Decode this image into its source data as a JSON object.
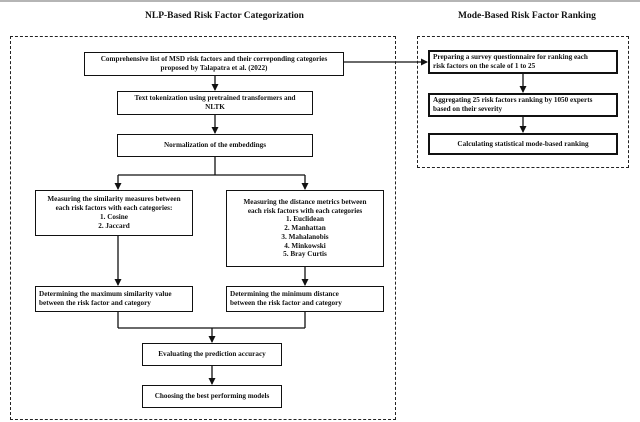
{
  "left_panel": {
    "title": "NLP-Based Risk Factor Categorization",
    "steps": {
      "list": "Comprehensive list of MSD risk factors and their correponding categories\nproposed by Talapatra et al. (2022)",
      "tokenize": "Text tokenization using pretrained transformers and\nNLTK",
      "normalize": "Normalization of the embeddings",
      "similarity": "Measuring the similarity measures between\neach risk factors with each categories:\n1. Cosine\n2. Jaccard",
      "distance": "Measuring the distance metrics between\neach risk factors with each categories\n1. Euclidean\n2. Manhattan\n3. Mahalanobis\n4. Minkowski\n5. Bray Curtis",
      "max_similarity": "Determining the maximum similarity value\nbetween the risk factor and category",
      "min_distance": "Determining the minimum distance\nbetween the risk factor and category",
      "evaluate": "Evaluating the prediction accuracy",
      "choose": "Choosing the best performing models"
    }
  },
  "right_panel": {
    "title": "Mode-Based Risk Factor Ranking",
    "steps": {
      "survey": "Preparing a survey questionnaire for ranking each\nrisk factors on the scale of 1 to 25",
      "aggregate": "Aggregating 25 risk factors ranking by 1050 experts\nbased on their severity",
      "calculate": "Calculating statistical mode-based ranking"
    }
  }
}
